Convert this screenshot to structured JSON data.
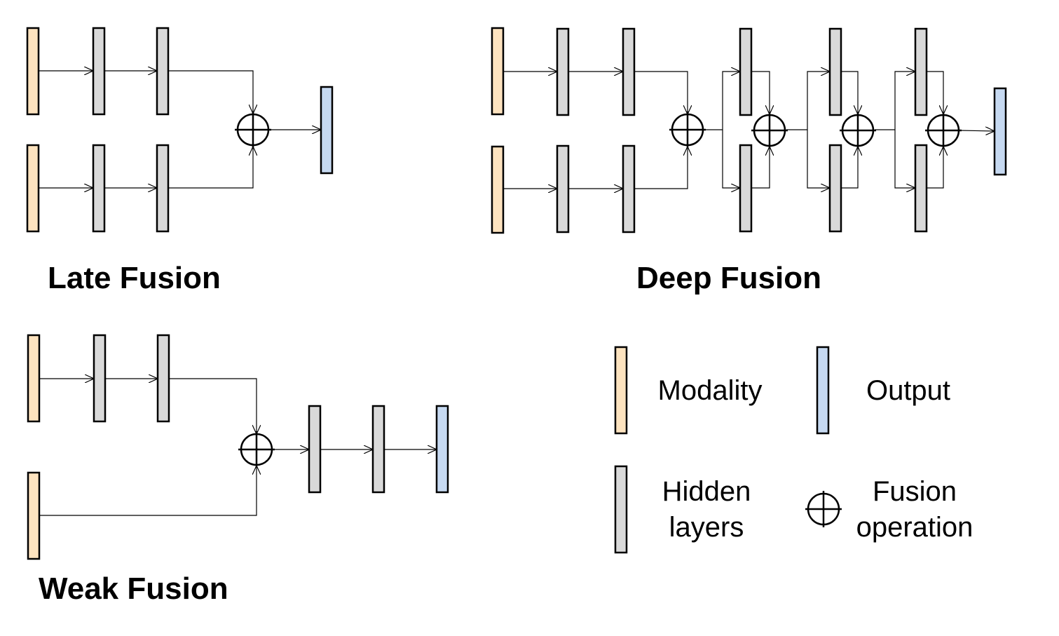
{
  "titles": {
    "late": "Late Fusion",
    "deep": "Deep Fusion",
    "weak": "Weak Fusion"
  },
  "legend": {
    "modality": "Modality",
    "output": "Output",
    "hidden_line1": "Hidden",
    "hidden_line2": "layers",
    "fusion_line1": "Fusion",
    "fusion_line2": "operation"
  },
  "colors": {
    "modality": "#fde3bf",
    "hidden": "#d9d9d9",
    "output": "#c6d9f1",
    "stroke": "#000000"
  },
  "icons": {
    "fusion": "circle-plus-icon"
  }
}
